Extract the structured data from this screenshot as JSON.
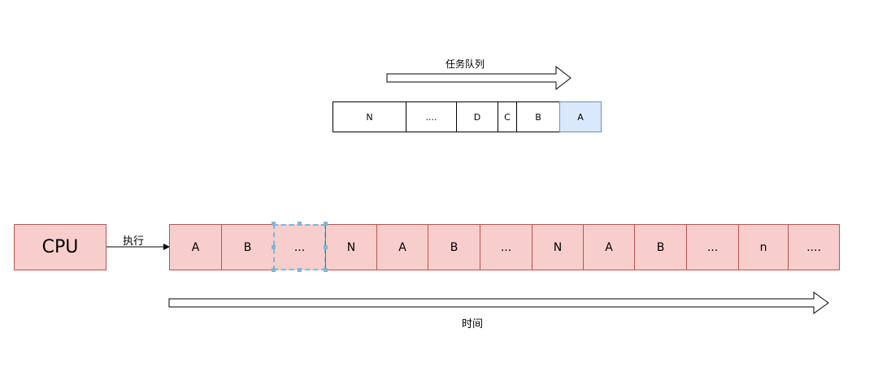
{
  "queue": {
    "label": "任务队列",
    "cells": [
      {
        "text": "N",
        "active": false
      },
      {
        "text": "....",
        "active": false
      },
      {
        "text": "D",
        "active": false
      },
      {
        "text": "C",
        "active": false
      },
      {
        "text": "B",
        "active": false
      },
      {
        "text": "A",
        "active": true
      }
    ]
  },
  "cpu": {
    "label": "CPU"
  },
  "execute_label": "执行",
  "timeline": {
    "cells": [
      "A",
      "B",
      "...",
      "N",
      "A",
      "B",
      "...",
      "N",
      "A",
      "B",
      "...",
      "n",
      "...."
    ],
    "selected_index": 2
  },
  "time_label": "时间",
  "colors": {
    "task_fill": "#f8cecc",
    "task_border": "#b85450",
    "active_fill": "#dae8fc",
    "selection": "#7eb6d9"
  }
}
